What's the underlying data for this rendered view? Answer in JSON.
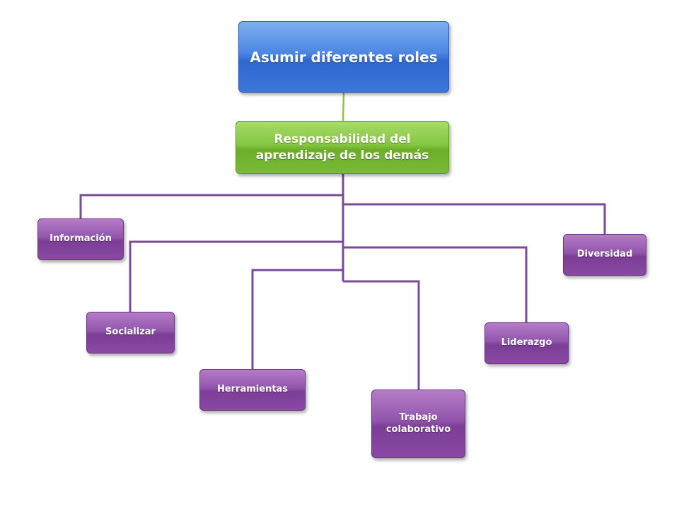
{
  "diagram": {
    "root": {
      "label": "Asumir diferentes roles"
    },
    "level2": {
      "label": "Responsabilidad del aprendizaje de los demás"
    },
    "leaves": [
      {
        "label": "Información"
      },
      {
        "label": "Socializar"
      },
      {
        "label": "Herramientas"
      },
      {
        "label": "Trabajo colaborativo"
      },
      {
        "label": "Liderazgo"
      },
      {
        "label": "Diversidad"
      }
    ],
    "colors": {
      "root": "#4c86e2",
      "level2": "#84c640",
      "leaf": "#8a4aa3",
      "connector_root": "#8dc24e",
      "connector_leaf": "#7a4a98"
    }
  }
}
